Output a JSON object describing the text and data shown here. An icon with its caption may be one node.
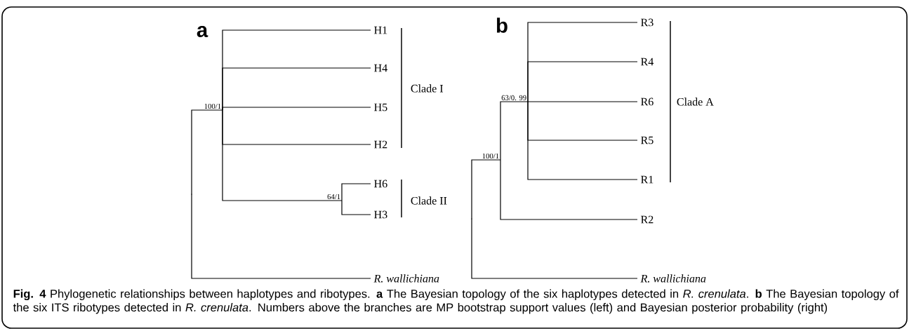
{
  "diagram": {
    "caption": "**Fig. 4** Phylogenetic relationships between haplotypes and ribotypes. **a** The Bayesian topology of the six haplotypes detected in *R. crenulata*. **b** The Bayesian topology of the six ITS ribotypes detected in *R. crenulata*. Numbers above the branches are MP bootstrap support values (left) and Bayesian posterior probability (right)",
    "nodes": [
      {
        "text": [],
        "shape": "point"
      },
      {
        "text": [
          "100/1"
        ]
      },
      {
        "text": [
          "H1"
        ]
      },
      {
        "text": [
          "H4"
        ]
      },
      {
        "text": [
          "H5"
        ]
      },
      {
        "text": [
          "H2"
        ]
      },
      {
        "text": [
          "64/1"
        ]
      },
      {
        "text": [
          "H6"
        ]
      },
      {
        "text": [
          "H3"
        ]
      },
      {
        "text": [
          "R. wallichiana"
        ]
      },
      {
        "text": [],
        "shape": "point"
      },
      {
        "text": [
          "100/1"
        ]
      },
      {
        "text": [
          "63/0. 99"
        ]
      },
      {
        "text": [
          "R3"
        ]
      },
      {
        "text": [
          "R4"
        ]
      },
      {
        "text": [
          "R6"
        ]
      },
      {
        "text": [
          "R5"
        ]
      },
      {
        "text": [
          "R1"
        ]
      },
      {
        "text": [
          "R2"
        ]
      },
      {
        "text": [
          "R. wallichiana"
        ]
      }
    ],
    "edges": [
      {
        "from": 0,
        "to": 1,
        "arrow": "none"
      },
      {
        "from": 0,
        "to": 9,
        "arrow": "none"
      },
      {
        "from": 1,
        "to": 2,
        "arrow": "none"
      },
      {
        "from": 1,
        "to": 3,
        "arrow": "none"
      },
      {
        "from": 1,
        "to": 4,
        "arrow": "none"
      },
      {
        "from": 1,
        "to": 5,
        "arrow": "none"
      },
      {
        "from": 1,
        "to": 6,
        "arrow": "none"
      },
      {
        "from": 6,
        "to": 7,
        "arrow": "none"
      },
      {
        "from": 6,
        "to": 8,
        "arrow": "none"
      },
      {
        "from": 10,
        "to": 11,
        "arrow": "none"
      },
      {
        "from": 10,
        "to": 19,
        "arrow": "none"
      },
      {
        "from": 11,
        "to": 12,
        "arrow": "none"
      },
      {
        "from": 11,
        "to": 18,
        "arrow": "none"
      },
      {
        "from": 12,
        "to": 13,
        "arrow": "none"
      },
      {
        "from": 12,
        "to": 14,
        "arrow": "none"
      },
      {
        "from": 12,
        "to": 15,
        "arrow": "none"
      },
      {
        "from": 12,
        "to": 16,
        "arrow": "none"
      },
      {
        "from": 12,
        "to": 17,
        "arrow": "none"
      }
    ],
    "labels": [
      "a",
      "Clade I",
      "Clade II",
      "b",
      "Clade A"
    ]
  }
}
